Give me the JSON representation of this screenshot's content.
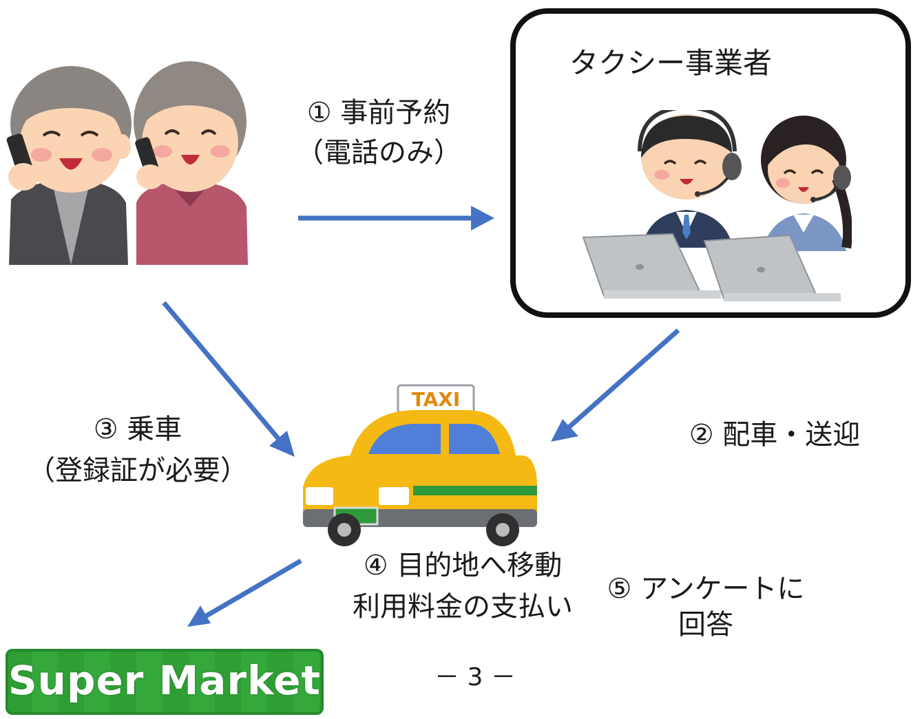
{
  "step1": {
    "line1": "① 事前予約",
    "line2": "（電話のみ）"
  },
  "operator": {
    "title": "タクシー事業者"
  },
  "step2": {
    "text": "② 配車・送迎"
  },
  "step3": {
    "line1": "③ 乗車",
    "line2": "（登録証が必要）"
  },
  "step4": {
    "line1": "④ 目的地へ移動",
    "line2": "利用料金の支払い"
  },
  "step5": {
    "line1": "⑤ アンケートに",
    "line2": "回答"
  },
  "taxi": {
    "sign": "TAXI"
  },
  "market": {
    "label": "Super Market"
  },
  "page_number": "－ 3 －",
  "colors": {
    "arrow": "#4472c4",
    "taxi": "#f5b914",
    "market": "#2f9e35"
  }
}
